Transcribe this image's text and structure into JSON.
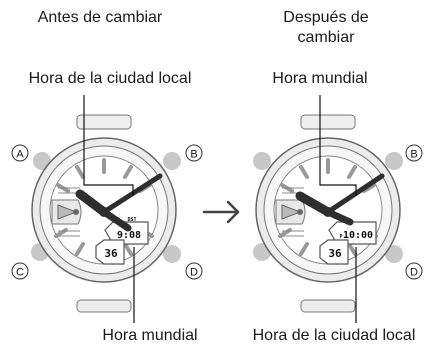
{
  "headings": {
    "before": "Antes de cambiar",
    "after_line1": "Después de",
    "after_line2": "cambiar"
  },
  "left_watch": {
    "top_label": "Hora de la ciudad local",
    "bottom_label": "Hora mundial",
    "lcd_small": "DST",
    "lcd_time": "9:08",
    "lcd_lower": "36"
  },
  "right_watch": {
    "top_label": "Hora mundial",
    "bottom_label": "Hora de la ciudad local",
    "lcd_small": "P",
    "lcd_time": "10:00",
    "lcd_lower": "36"
  },
  "buttons": {
    "a": "A",
    "b": "B",
    "c": "C",
    "d": "D"
  },
  "arrow_icon": "right-arrow-icon",
  "colors": {
    "hand": "#333333",
    "case": "#e6e6e6",
    "outline": "#555555",
    "button": "#bdbdbd"
  }
}
